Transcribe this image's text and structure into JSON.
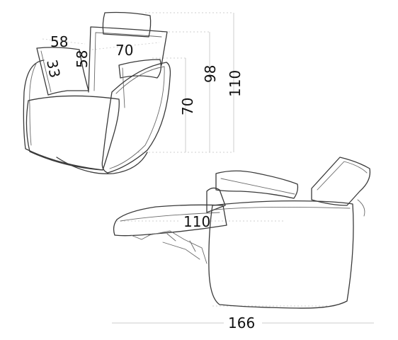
{
  "dimensions": {
    "top_view": {
      "headrest_width": "58",
      "seat_width": "70",
      "headrest_height": "58",
      "arm_pillow_height": "33",
      "arm_height": "70",
      "back_height": "98",
      "total_height": "110"
    },
    "side_view": {
      "seat_depth": "110",
      "reclined_length": "166"
    }
  }
}
